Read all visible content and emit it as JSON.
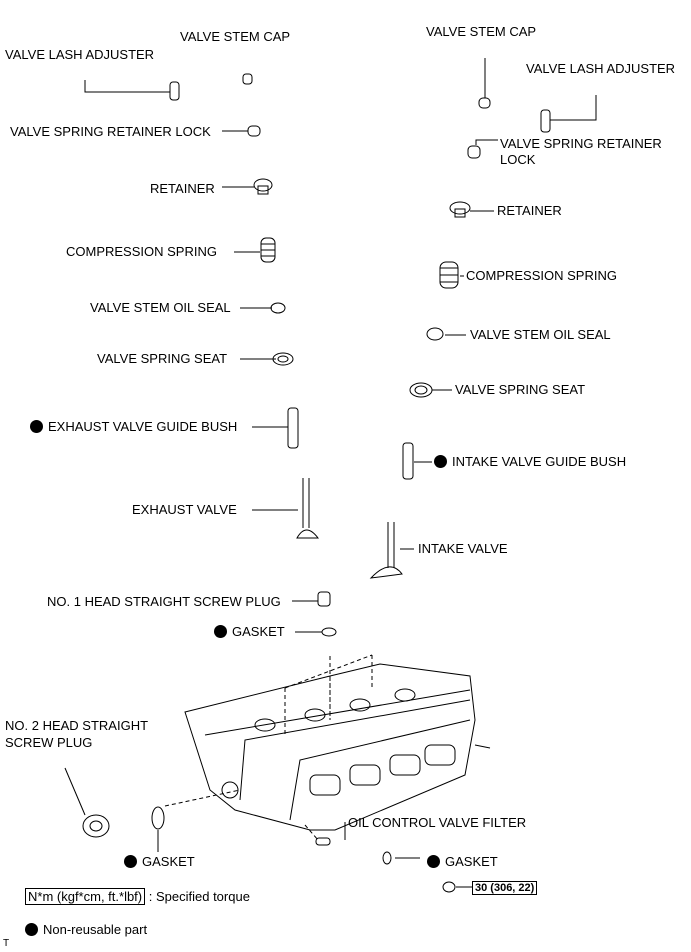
{
  "labels": {
    "l_stem_cap": "VALVE STEM CAP",
    "l_lash": "VALVE LASH ADJUSTER",
    "l_lock": "VALVE SPRING RETAINER LOCK",
    "l_retainer": "RETAINER",
    "l_spring": "COMPRESSION SPRING",
    "l_oil_seal": "VALVE STEM OIL SEAL",
    "l_seat": "VALVE SPRING SEAT",
    "l_ex_bush": "EXHAUST VALVE GUIDE BUSH",
    "l_ex_valve": "EXHAUST VALVE",
    "l_plug1": "NO. 1 HEAD STRAIGHT SCREW PLUG",
    "l_gasket1": "GASKET",
    "l_plug2_a": "NO. 2 HEAD STRAIGHT",
    "l_plug2_b": "SCREW PLUG",
    "l_gasket2": "GASKET",
    "l_ocv": "OIL CONTROL VALVE FILTER",
    "l_gasket3": "GASKET",
    "torque": "30 (306, 22)",
    "r_stem_cap": "VALVE STEM CAP",
    "r_lash": "VALVE LASH ADJUSTER",
    "r_lock_a": "VALVE SPRING RETAINER",
    "r_lock_b": "LOCK",
    "r_retainer": "RETAINER",
    "r_spring": "COMPRESSION SPRING",
    "r_oil_seal": "VALVE STEM OIL SEAL",
    "r_seat": "VALVE SPRING SEAT",
    "r_in_bush": "INTAKE VALVE GUIDE BUSH",
    "r_in_valve": "INTAKE VALVE"
  },
  "legend": {
    "torque_unit": "N*m (kgf*cm, ft.*lbf)",
    "torque_desc": ": Specified torque",
    "nonreusable": "Non-reusable part",
    "code": "T"
  },
  "icons": {
    "nonreusable_marker": "filled-circle"
  }
}
